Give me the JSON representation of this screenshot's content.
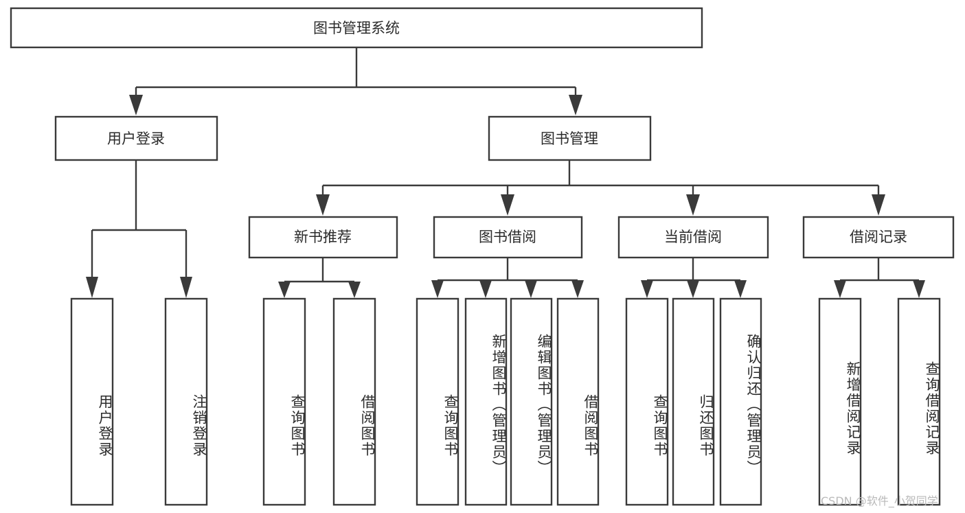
{
  "diagram": {
    "title": "图书管理系统",
    "type": "hierarchy-tree",
    "orientation": "top-down",
    "colors": {
      "stroke": "#3a3a3a",
      "fill": "#ffffff",
      "text": "#2b2b2b",
      "watermark": "#b9b9b9",
      "background": "#ffffff"
    },
    "root": {
      "label": "图书管理系统"
    },
    "level1": [
      {
        "label": "用户登录"
      },
      {
        "label": "图书管理"
      }
    ],
    "level2": [
      {
        "label": "新书推荐"
      },
      {
        "label": "图书借阅"
      },
      {
        "label": "当前借阅"
      },
      {
        "label": "借阅记录"
      }
    ],
    "leaves_user_login": [
      {
        "label": "用户登录"
      },
      {
        "label": "注销登录"
      }
    ],
    "leaves_new_book": [
      {
        "label": "查询图书"
      },
      {
        "label": "借阅图书"
      }
    ],
    "leaves_borrow": [
      {
        "label": "查询图书"
      },
      {
        "label": "新增图书（管理员）"
      },
      {
        "label": "编辑图书（管理员）"
      },
      {
        "label": "借阅图书"
      }
    ],
    "leaves_current": [
      {
        "label": "查询图书"
      },
      {
        "label": "归还图书"
      },
      {
        "label": "确认归还（管理员）"
      }
    ],
    "leaves_records": [
      {
        "label": "新增借阅记录"
      },
      {
        "label": "查询借阅记录"
      }
    ],
    "watermark": "CSDN @软件_小贺同学"
  }
}
